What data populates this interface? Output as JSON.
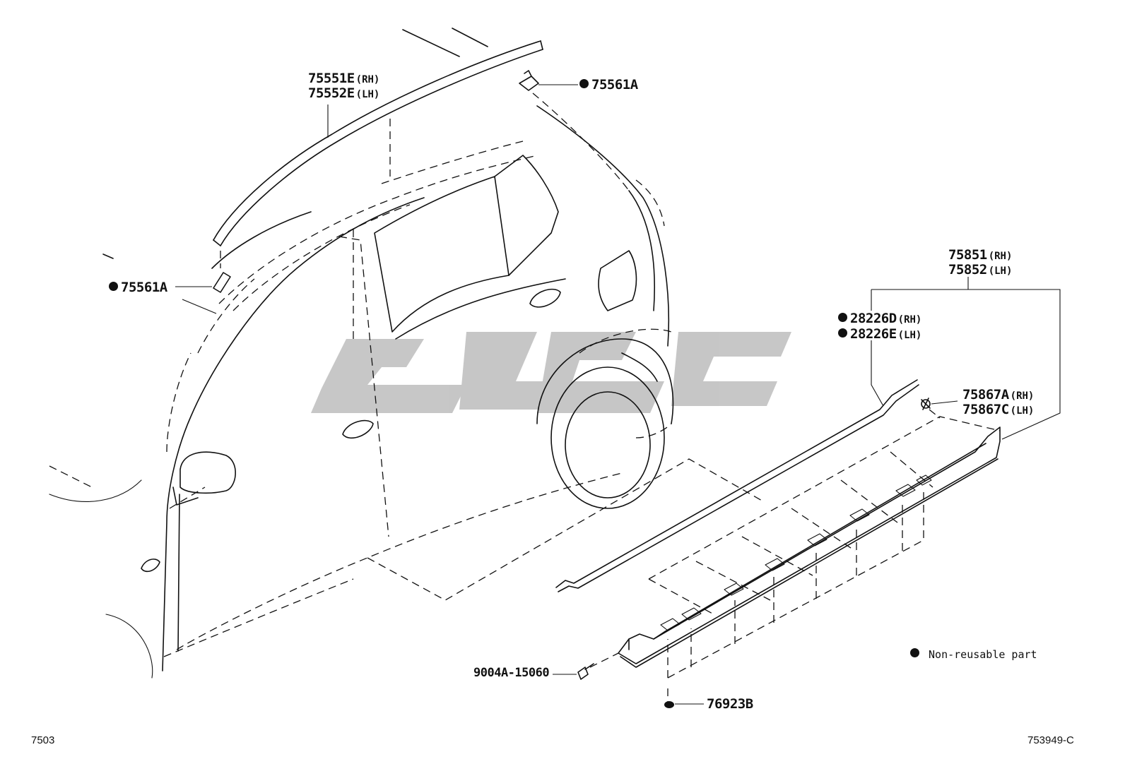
{
  "labels": {
    "roof_molding": {
      "rh": "75551E",
      "rh_sfx": "(RH)",
      "lh": "75552E",
      "lh_sfx": "(LH)"
    },
    "clip_top": "75561A",
    "clip_left": "75561A",
    "rocker_panel": {
      "rh": "75851",
      "rh_sfx": "(RH)",
      "lh": "75852",
      "lh_sfx": "(LH)"
    },
    "retainer": {
      "rh": "28226D",
      "rh_sfx": "(RH)",
      "lh": "28226E",
      "lh_sfx": "(LH)"
    },
    "clip_rocker": {
      "rh": "75867A",
      "rh_sfx": "(RH)",
      "lh": "75867C",
      "lh_sfx": "(LH)"
    },
    "screw": "9004A-15060",
    "grommet": "76923B"
  },
  "legend": {
    "text": "Non-reusable part",
    "symbol": "filled-circle"
  },
  "footer": {
    "left_code": "7503",
    "right_code": "753949-C"
  },
  "colors": {
    "line": "#111111",
    "watermark": "#bdbdbd"
  }
}
